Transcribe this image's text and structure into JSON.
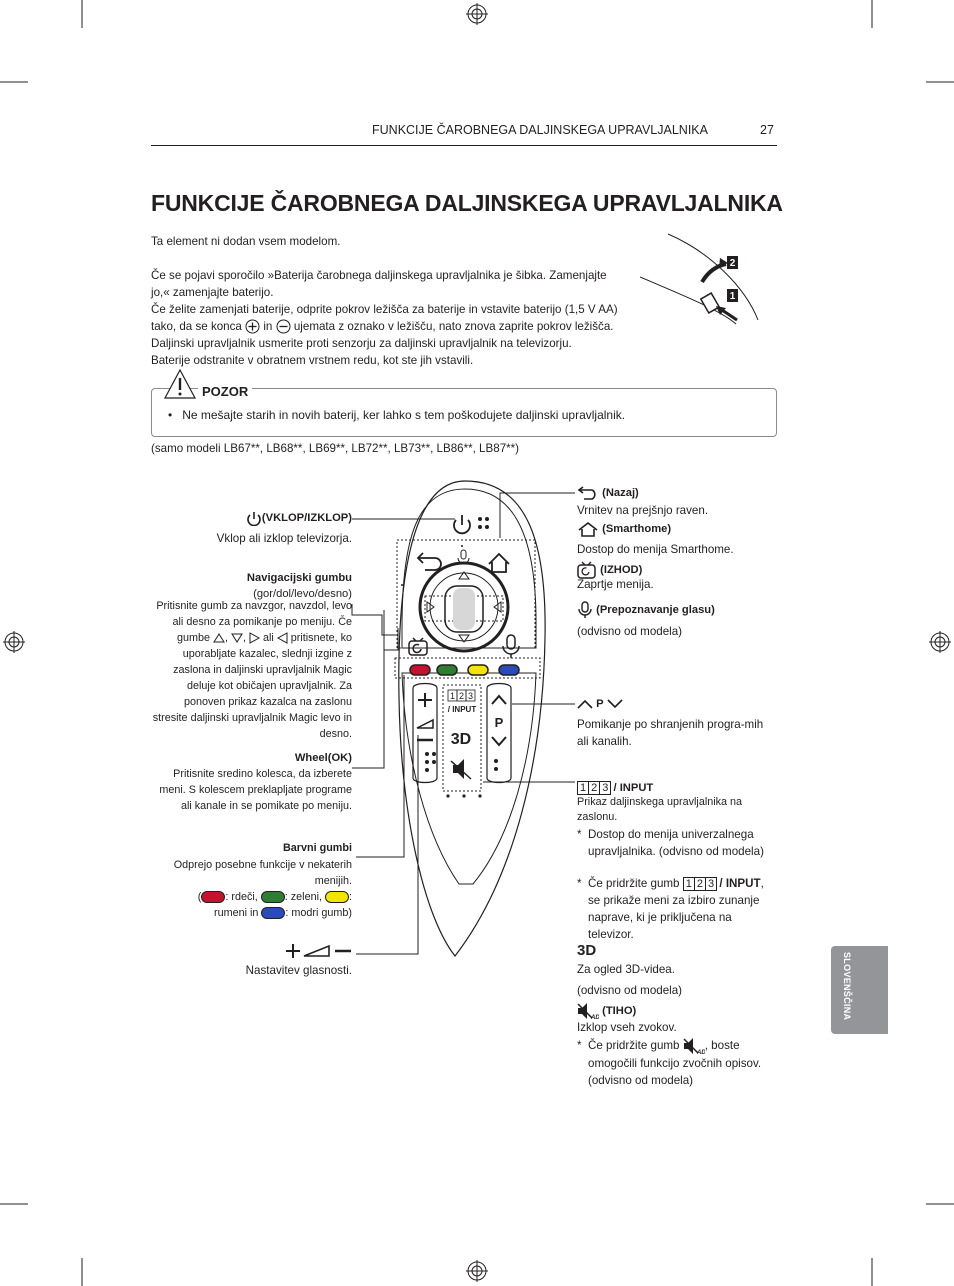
{
  "header": {
    "section_title": "FUNKCIJE ČAROBNEGA DALJINSKEGA UPRAVLJALNIKA",
    "page_number": "27"
  },
  "title": "FUNKCIJE ČAROBNEGA DALJINSKEGA UPRAVLJALNIKA",
  "intro": {
    "line1": "Ta element ni dodan vsem modelom.",
    "para1": "Če se pojavi sporočilo »Baterija čarobnega daljinskega upravljalnika je šibka. Zamenjajte jo,« zamenjajte baterijo.",
    "para2a": "Če želite zamenjati baterije, odprite pokrov ležišča za baterije in vstavite baterijo (1,5 V AA) tako, da se konca",
    "para2_in": "in",
    "para2b": "ujemata z oznako v ležišču, nato znova zaprite pokrov ležišča. Daljinski upravljalnik usmerite proti senzorju za daljinski upravljalnik na televizorju.",
    "para3": "Baterije odstranite v obratnem vrstnem redu, kot ste jih vstavili."
  },
  "battery_figure": {
    "step1": "1",
    "step2": "2"
  },
  "caution": {
    "heading": "POZOR",
    "item": "Ne mešajte starih in novih baterij, ker lahko s tem poškodujete daljinski upravljalnik."
  },
  "models_note": "(samo modeli LB67**, LB68**, LB69**, LB72**, LB73**, LB86**, LB87**)",
  "left_labels": {
    "power_title": "(VKLOP/IZKLOP)",
    "power_desc": "Vklop ali izklop televizorja.",
    "nav_title": "Navigacijski gumbu",
    "nav_sub": "(gor/dol/levo/desno)",
    "nav_desc1": "Pritisnite gumb za navzgor, navzdol, levo ali desno za pomikanje po meniju.",
    "nav_desc2_a": "Če gumbe",
    "nav_desc2_b": "ali",
    "nav_desc2_c": "pritisnete, ko uporabljate kazalec, slednji izgine z zaslona in daljinski upravljalnik Magic deluje kot običajen upravljalnik. Za ponoven prikaz kazalca na zaslonu stresite daljinski upravljalnik Magic levo in desno.",
    "wheel_title": "Wheel(OK)",
    "wheel_desc": "Pritisnite sredino kolesca, da izberete meni. S kolescem preklapljate programe ali kanale in se pomikate po meniju.",
    "color_title": "Barvni gumbi",
    "color_desc1": "Odprejo posebne funkcije v nekaterih menijih.",
    "color_red": ": rdeči,",
    "color_green": ": zeleni,",
    "color_yellow": ":",
    "color_yellow2": "rumeni in",
    "color_blue": ": modri gumb)",
    "volume_desc": "Nastavitev glasnosti."
  },
  "right_labels": {
    "back_title": "(Nazaj)",
    "back_desc": "Vrnitev na prejšnjo raven.",
    "home_title": "(Smarthome)",
    "home_desc": "Dostop do menija Smarthome.",
    "exit_title": "(IZHOD)",
    "exit_desc": "Zaprtje menija.",
    "voice_title": "(Prepoznavanje glasu)",
    "voice_desc": "(odvisno od modela)",
    "p_title": "P",
    "p_desc": "Pomikanje po shranjenih progra-mih ali kanalih.",
    "input_title": "/ INPUT",
    "input_desc": "Prikaz daljinskega upravljalnika na zaslonu.",
    "input_note1": "Dostop do menija univerzalnega upravljalnika. (odvisno od modela)",
    "input_note2_a": "Če pridržite gumb",
    "input_note2_b": "/",
    "input_note2_c": "INPUT",
    "input_note2_d": ", se prikaže meni za izbiro zunanje naprave, ki je priključena na televizor.",
    "d3_desc1": "Za ogled 3D-videa.",
    "d3_desc2": "(odvisno od modela)",
    "mute_title": "(TIHO)",
    "mute_desc": "Izklop vseh zvokov.",
    "mute_note_a": "Če pridržite gumb",
    "mute_note_b": ", boste omogočili funkcijo zvočnih opisov. (odvisno od modela)"
  },
  "remote": {
    "keys": [
      "1",
      "2",
      "3"
    ],
    "input_label": "/ INPUT",
    "p_label": "P",
    "d3_label": "3D"
  },
  "side_tab": "SLOVENŠČINA",
  "colors": {
    "red": "#c4122f",
    "green": "#2e7d32",
    "yellow": "#f2e600",
    "blue": "#2b4bb8",
    "tab": "#939598"
  }
}
